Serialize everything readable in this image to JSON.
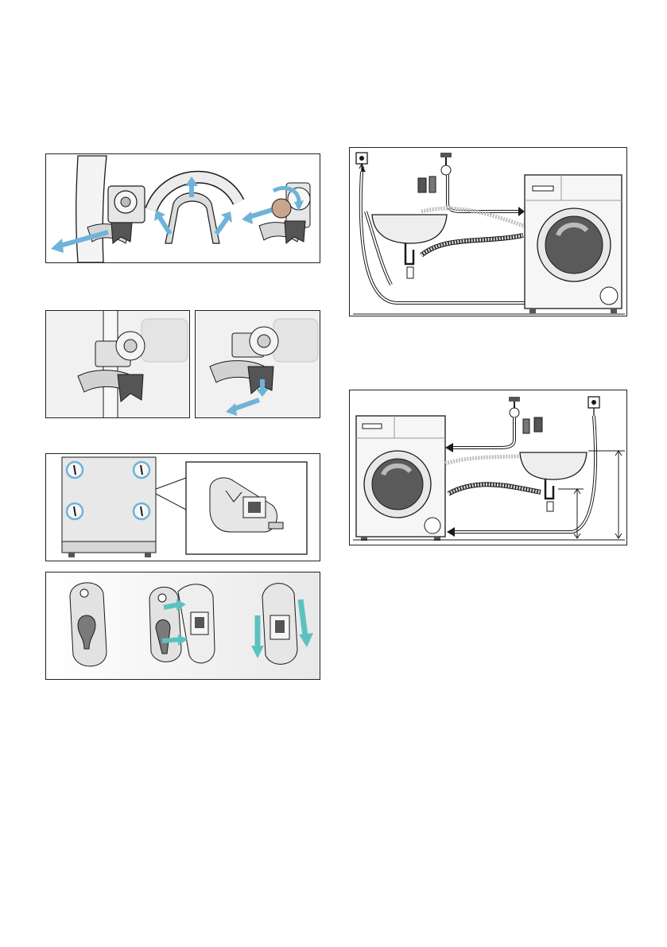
{
  "page": {
    "background": "#ffffff"
  },
  "colors": {
    "arrow": "#6fb3d9",
    "teal_arrow": "#5cc2c0",
    "line": "#1a1a1a",
    "plastic": "#dcdcdc",
    "dark_part": "#555555",
    "hose": "#bdbdbd",
    "water": "#7a7a7a"
  },
  "figures": [
    {
      "id": "fig-1",
      "icons": [
        "hose-holder-removal-icon",
        "u-bracket-icon",
        "hose-clamp-rotate-icon"
      ]
    },
    {
      "id": "fig-2a",
      "icons": [
        "hose-holder-attached-icon"
      ]
    },
    {
      "id": "fig-2b",
      "icons": [
        "hose-holder-detach-icon"
      ]
    },
    {
      "id": "fig-3",
      "icons": [
        "rear-panel-icon",
        "transport-plug-closeup-icon"
      ]
    },
    {
      "id": "fig-4",
      "icons": [
        "cover-plate-icon",
        "cover-insert-icon",
        "cover-press-icon"
      ]
    },
    {
      "id": "fig-5",
      "icons": [
        "socket-icon",
        "tap-icon",
        "washer-right-icon",
        "sink-icon"
      ]
    },
    {
      "id": "fig-6",
      "icons": [
        "washer-left-icon",
        "tap-icon",
        "socket-icon",
        "height-dimension-icon"
      ]
    }
  ]
}
